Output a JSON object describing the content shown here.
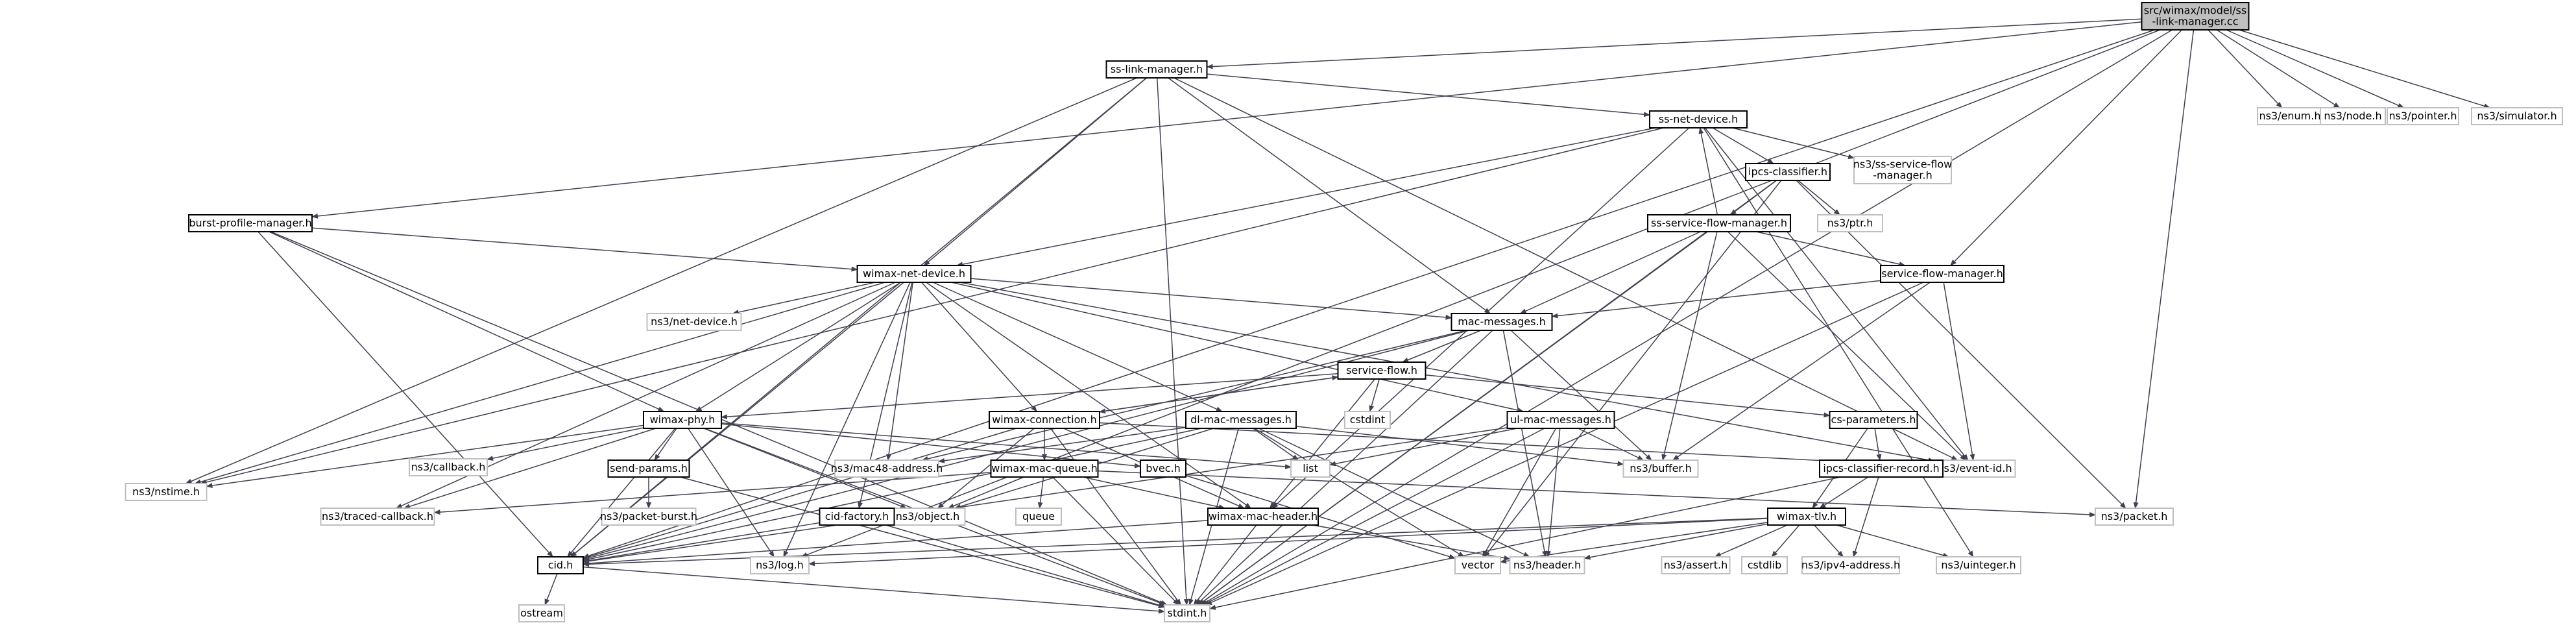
{
  "nodes": [
    {
      "id": "root",
      "label": [
        "src/wimax/model/ss",
        "-link-manager.cc"
      ],
      "type": "root"
    },
    {
      "id": "sslink",
      "label": [
        "ss-link-manager.h"
      ],
      "type": "plain"
    },
    {
      "id": "ns3enum",
      "label": [
        "ns3/enum.h"
      ],
      "type": "ext"
    },
    {
      "id": "ns3node",
      "label": [
        "ns3/node.h"
      ],
      "type": "ext"
    },
    {
      "id": "ns3pointer",
      "label": [
        "ns3/pointer.h"
      ],
      "type": "ext"
    },
    {
      "id": "ns3simulator",
      "label": [
        "ns3/simulator.h"
      ],
      "type": "ext"
    },
    {
      "id": "ssnet",
      "label": [
        "ss-net-device.h"
      ],
      "type": "plain"
    },
    {
      "id": "ssflow",
      "label": [
        "ns3/ss-service-flow",
        "-manager.h"
      ],
      "type": "ext"
    },
    {
      "id": "ipcsclass",
      "label": [
        "ipcs-classifier.h"
      ],
      "type": "plain"
    },
    {
      "id": "ssservflow",
      "label": [
        "ss-service-flow-manager.h"
      ],
      "type": "plain"
    },
    {
      "id": "ns3ptr",
      "label": [
        "ns3/ptr.h"
      ],
      "type": "ext"
    },
    {
      "id": "burst",
      "label": [
        "burst-profile-manager.h"
      ],
      "type": "plain"
    },
    {
      "id": "wimaxnet",
      "label": [
        "wimax-net-device.h"
      ],
      "type": "plain"
    },
    {
      "id": "servflowmgr",
      "label": [
        "service-flow-manager.h"
      ],
      "type": "plain"
    },
    {
      "id": "macmsg",
      "label": [
        "mac-messages.h"
      ],
      "type": "plain"
    },
    {
      "id": "ns3netdev",
      "label": [
        "ns3/net-device.h"
      ],
      "type": "ext"
    },
    {
      "id": "servflow",
      "label": [
        "service-flow.h"
      ],
      "type": "plain"
    },
    {
      "id": "cstdint",
      "label": [
        "cstdint"
      ],
      "type": "ext"
    },
    {
      "id": "wimaxphy",
      "label": [
        "wimax-phy.h"
      ],
      "type": "plain"
    },
    {
      "id": "wimaxconn",
      "label": [
        "wimax-connection.h"
      ],
      "type": "plain"
    },
    {
      "id": "dlmac",
      "label": [
        "dl-mac-messages.h"
      ],
      "type": "plain"
    },
    {
      "id": "ulmac",
      "label": [
        "ul-mac-messages.h"
      ],
      "type": "plain"
    },
    {
      "id": "csparam",
      "label": [
        "cs-parameters.h"
      ],
      "type": "plain"
    },
    {
      "id": "ns3callback",
      "label": [
        "ns3/callback.h"
      ],
      "type": "ext"
    },
    {
      "id": "list",
      "label": [
        "list"
      ],
      "type": "ext"
    },
    {
      "id": "ns3buffer",
      "label": [
        "ns3/buffer.h"
      ],
      "type": "ext"
    },
    {
      "id": "ns3eventid",
      "label": [
        "ns3/event-id.h"
      ],
      "type": "ext"
    },
    {
      "id": "ipcsrec",
      "label": [
        "ipcs-classifier-record.h"
      ],
      "type": "plain"
    },
    {
      "id": "ns3mac48",
      "label": [
        "ns3/mac48-address.h"
      ],
      "type": "ext"
    },
    {
      "id": "sendparams",
      "label": [
        "send-params.h"
      ],
      "type": "plain"
    },
    {
      "id": "bvec",
      "label": [
        "bvec.h"
      ],
      "type": "plain"
    },
    {
      "id": "wimaxmacq",
      "label": [
        "wimax-mac-queue.h"
      ],
      "type": "plain"
    },
    {
      "id": "ns3nstime",
      "label": [
        "ns3/nstime.h"
      ],
      "type": "ext"
    },
    {
      "id": "ns3traced",
      "label": [
        "ns3/traced-callback.h"
      ],
      "type": "ext"
    },
    {
      "id": "ns3packetburst",
      "label": [
        "ns3/packet-burst.h"
      ],
      "type": "ext"
    },
    {
      "id": "ns3object",
      "label": [
        "ns3/object.h"
      ],
      "type": "ext"
    },
    {
      "id": "queue",
      "label": [
        "queue"
      ],
      "type": "ext"
    },
    {
      "id": "wimaxmachdr",
      "label": [
        "wimax-mac-header.h"
      ],
      "type": "plain"
    },
    {
      "id": "ns3packet",
      "label": [
        "ns3/packet.h"
      ],
      "type": "ext"
    },
    {
      "id": "wimaxtlv",
      "label": [
        "wimax-tlv.h"
      ],
      "type": "plain"
    },
    {
      "id": "cidfactory",
      "label": [
        "cid-factory.h"
      ],
      "type": "plain"
    },
    {
      "id": "cid",
      "label": [
        "cid.h"
      ],
      "type": "plain"
    },
    {
      "id": "ns3log",
      "label": [
        "ns3/log.h"
      ],
      "type": "ext"
    },
    {
      "id": "vector",
      "label": [
        "vector"
      ],
      "type": "ext"
    },
    {
      "id": "ns3header",
      "label": [
        "ns3/header.h"
      ],
      "type": "ext"
    },
    {
      "id": "ns3assert",
      "label": [
        "ns3/assert.h"
      ],
      "type": "ext"
    },
    {
      "id": "cstdlib",
      "label": [
        "cstdlib"
      ],
      "type": "ext"
    },
    {
      "id": "ns3ipv4",
      "label": [
        "ns3/ipv4-address.h"
      ],
      "type": "ext"
    },
    {
      "id": "ns3uinteger",
      "label": [
        "ns3/uinteger.h"
      ],
      "type": "ext"
    },
    {
      "id": "ostream",
      "label": [
        "ostream"
      ],
      "type": "ext"
    },
    {
      "id": "stdint",
      "label": [
        "stdint.h"
      ],
      "type": "ext"
    }
  ],
  "edges": [
    [
      "root",
      "sslink"
    ],
    [
      "root",
      "ns3enum"
    ],
    [
      "root",
      "ns3node"
    ],
    [
      "root",
      "ns3pointer"
    ],
    [
      "root",
      "ns3simulator"
    ],
    [
      "root",
      "burst"
    ],
    [
      "root",
      "servflowmgr"
    ],
    [
      "root",
      "ns3packet"
    ],
    [
      "root",
      "stdint"
    ],
    [
      "root",
      "cid"
    ],
    [
      "root",
      "ns3log"
    ],
    [
      "sslink",
      "ssnet"
    ],
    [
      "sslink",
      "wimaxnet"
    ],
    [
      "sslink",
      "macmsg"
    ],
    [
      "sslink",
      "ns3eventid"
    ],
    [
      "sslink",
      "ns3nstime"
    ],
    [
      "sslink",
      "cid"
    ],
    [
      "sslink",
      "stdint"
    ],
    [
      "ssnet",
      "ssflow"
    ],
    [
      "ssnet",
      "ipcsclass"
    ],
    [
      "ssnet",
      "wimaxnet"
    ],
    [
      "ssnet",
      "ns3nstime"
    ],
    [
      "ssnet",
      "ns3eventid"
    ],
    [
      "ssnet",
      "wimaxmachdr"
    ],
    [
      "ssnet",
      "ns3uinteger"
    ],
    [
      "ipcsclass",
      "ns3ptr"
    ],
    [
      "ipcsclass",
      "ssservflow"
    ],
    [
      "ipcsclass",
      "vector"
    ],
    [
      "ipcsclass",
      "stdint"
    ],
    [
      "ipcsclass",
      "ns3packet"
    ],
    [
      "ssservflow",
      "ssnet"
    ],
    [
      "ssservflow",
      "servflowmgr"
    ],
    [
      "ssservflow",
      "macmsg"
    ],
    [
      "ssservflow",
      "ns3buffer"
    ],
    [
      "ssservflow",
      "ns3eventid"
    ],
    [
      "ssservflow",
      "stdint"
    ],
    [
      "burst",
      "wimaxnet"
    ],
    [
      "burst",
      "wimaxphy"
    ],
    [
      "burst",
      "cid"
    ],
    [
      "burst",
      "stdint"
    ],
    [
      "wimaxnet",
      "macmsg"
    ],
    [
      "wimaxnet",
      "ns3netdev"
    ],
    [
      "wimaxnet",
      "wimaxphy"
    ],
    [
      "wimaxnet",
      "wimaxconn"
    ],
    [
      "wimaxnet",
      "dlmac"
    ],
    [
      "wimaxnet",
      "ulmac"
    ],
    [
      "wimaxnet",
      "cidfactory"
    ],
    [
      "wimaxnet",
      "ns3mac48"
    ],
    [
      "wimaxnet",
      "ns3nstime"
    ],
    [
      "wimaxnet",
      "ns3traced"
    ],
    [
      "wimaxnet",
      "ns3log"
    ],
    [
      "wimaxnet",
      "wimaxmachdr"
    ],
    [
      "wimaxnet",
      "ns3eventid"
    ],
    [
      "wimaxnet",
      "cid"
    ],
    [
      "servflowmgr",
      "macmsg"
    ],
    [
      "servflowmgr",
      "ns3buffer"
    ],
    [
      "servflowmgr",
      "ns3eventid"
    ],
    [
      "servflowmgr",
      "stdint"
    ],
    [
      "macmsg",
      "servflow"
    ],
    [
      "macmsg",
      "ns3buffer"
    ],
    [
      "macmsg",
      "ns3mac48"
    ],
    [
      "macmsg",
      "ns3header"
    ],
    [
      "macmsg",
      "cid"
    ],
    [
      "macmsg",
      "stdint"
    ],
    [
      "servflow",
      "cstdint"
    ],
    [
      "servflow",
      "wimaxphy"
    ],
    [
      "servflow",
      "wimaxconn"
    ],
    [
      "servflow",
      "csparam"
    ],
    [
      "servflow",
      "wimaxmachdr"
    ],
    [
      "wimaxphy",
      "ns3callback"
    ],
    [
      "wimaxphy",
      "sendparams"
    ],
    [
      "wimaxphy",
      "bvec"
    ],
    [
      "wimaxphy",
      "list"
    ],
    [
      "wimaxphy",
      "ns3nstime"
    ],
    [
      "wimaxphy",
      "ns3traced"
    ],
    [
      "wimaxphy",
      "ns3object"
    ],
    [
      "wimaxphy",
      "cid"
    ],
    [
      "wimaxphy",
      "stdint"
    ],
    [
      "wimaxphy",
      "ns3log"
    ],
    [
      "wimaxconn",
      "servflow"
    ],
    [
      "wimaxconn",
      "wimaxmacq"
    ],
    [
      "wimaxconn",
      "wimaxmachdr"
    ],
    [
      "wimaxconn",
      "ns3object"
    ],
    [
      "wimaxconn",
      "stdint"
    ],
    [
      "wimaxconn",
      "cid"
    ],
    [
      "wimaxconn",
      "ns3eventid"
    ],
    [
      "dlmac",
      "ns3buffer"
    ],
    [
      "dlmac",
      "list"
    ],
    [
      "dlmac",
      "ns3mac48"
    ],
    [
      "dlmac",
      "ns3object"
    ],
    [
      "dlmac",
      "ns3header"
    ],
    [
      "dlmac",
      "vector"
    ],
    [
      "dlmac",
      "stdint"
    ],
    [
      "dlmac",
      "cid"
    ],
    [
      "ulmac",
      "ns3buffer"
    ],
    [
      "ulmac",
      "list"
    ],
    [
      "ulmac",
      "ns3header"
    ],
    [
      "ulmac",
      "vector"
    ],
    [
      "ulmac",
      "stdint"
    ],
    [
      "ulmac",
      "cid"
    ],
    [
      "csparam",
      "ipcsrec"
    ],
    [
      "csparam",
      "wimaxtlv"
    ],
    [
      "ipcsrec",
      "wimaxtlv"
    ],
    [
      "ipcsrec",
      "ns3ipv4"
    ],
    [
      "ipcsrec",
      "stdint"
    ],
    [
      "sendparams",
      "ns3packetburst"
    ],
    [
      "sendparams",
      "stdint"
    ],
    [
      "bvec",
      "vector"
    ],
    [
      "wimaxmacq",
      "wimaxmachdr"
    ],
    [
      "wimaxmacq",
      "ns3packet"
    ],
    [
      "wimaxmacq",
      "ns3object"
    ],
    [
      "wimaxmacq",
      "ns3traced"
    ],
    [
      "wimaxmacq",
      "queue"
    ],
    [
      "wimaxmacq",
      "stdint"
    ],
    [
      "wimaxmachdr",
      "ns3header"
    ],
    [
      "wimaxmachdr",
      "cid"
    ],
    [
      "wimaxmachdr",
      "stdint"
    ],
    [
      "wimaxtlv",
      "ns3header"
    ],
    [
      "wimaxtlv",
      "vector"
    ],
    [
      "wimaxtlv",
      "ns3assert"
    ],
    [
      "wimaxtlv",
      "cstdlib"
    ],
    [
      "wimaxtlv",
      "ns3ipv4"
    ],
    [
      "wimaxtlv",
      "ns3uinteger"
    ],
    [
      "wimaxtlv",
      "cid"
    ],
    [
      "wimaxtlv",
      "ns3log"
    ],
    [
      "cidfactory",
      "cid"
    ],
    [
      "cidfactory",
      "stdint"
    ],
    [
      "cid",
      "ostream"
    ],
    [
      "cid",
      "stdint"
    ]
  ]
}
